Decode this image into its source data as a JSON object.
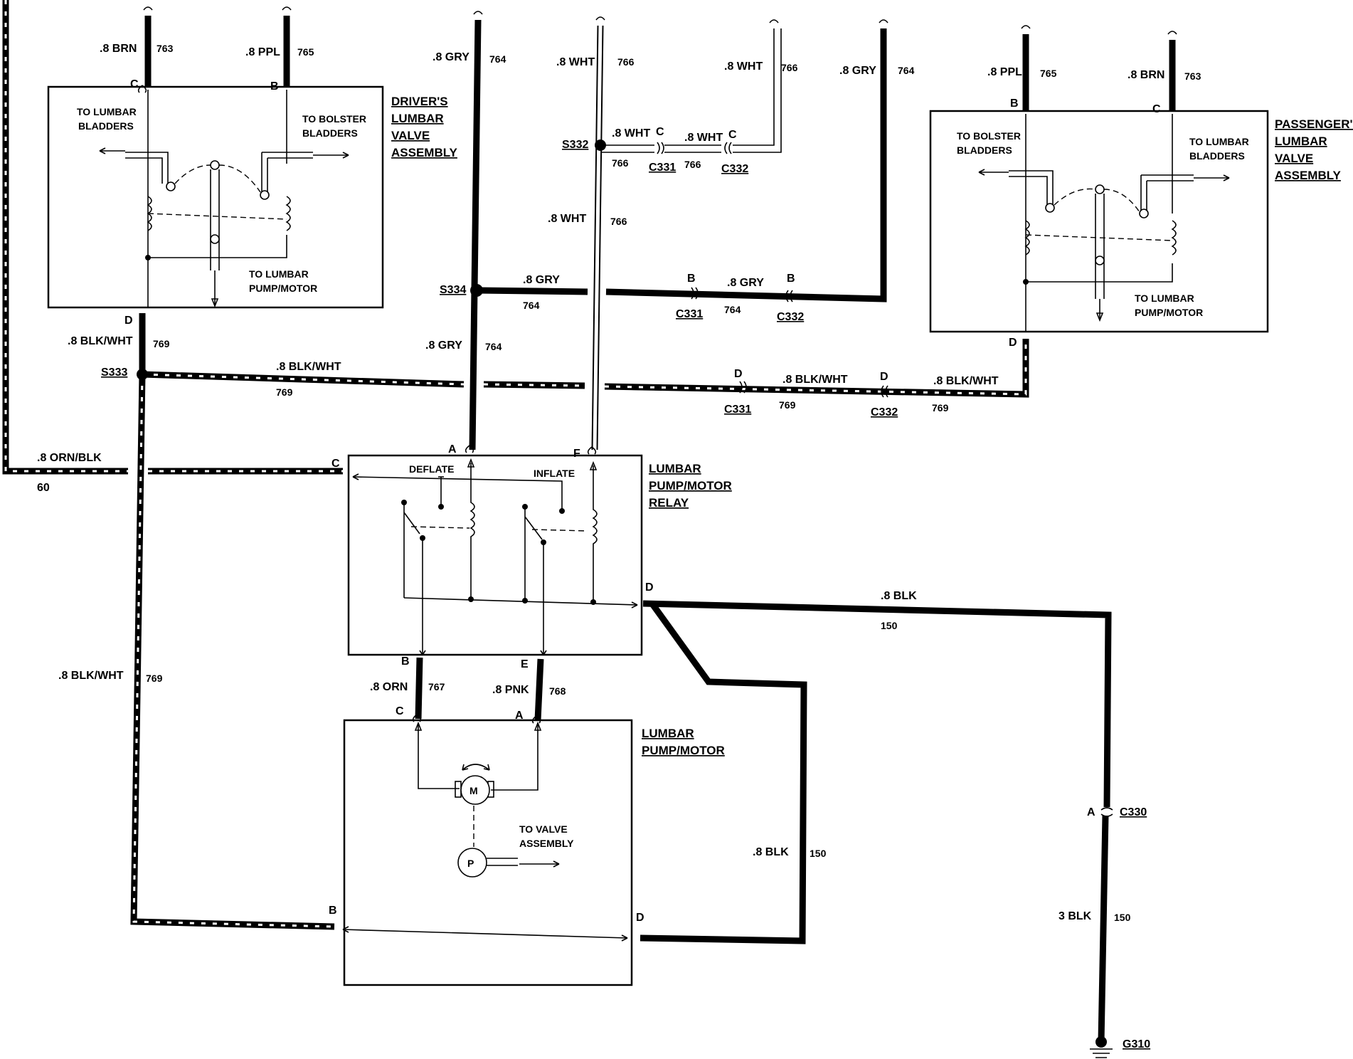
{
  "components": {
    "driver_valve": {
      "title_lines": [
        "DRIVER'S",
        "LUMBAR",
        "VALVE",
        "ASSEMBLY"
      ],
      "to_lumbar": [
        "TO LUMBAR",
        "BLADDERS"
      ],
      "to_bolster": [
        "TO BOLSTER",
        "BLADDERS"
      ],
      "to_pump": [
        "TO LUMBAR",
        "PUMP/MOTOR"
      ],
      "pins": {
        "c": "C",
        "b": "B",
        "d": "D"
      }
    },
    "passenger_valve": {
      "title_lines": [
        "PASSENGER'S",
        "LUMBAR",
        "VALVE",
        "ASSEMBLY"
      ],
      "to_bolster": [
        "TO BOLSTER",
        "BLADDERS"
      ],
      "to_lumbar": [
        "TO LUMBAR",
        "BLADDERS"
      ],
      "to_pump": [
        "TO LUMBAR",
        "PUMP/MOTOR"
      ],
      "pins": {
        "b": "B",
        "c": "C",
        "d": "D"
      }
    },
    "relay": {
      "title_lines": [
        "LUMBAR",
        "PUMP/MOTOR",
        "RELAY"
      ],
      "deflate": "DEFLATE",
      "inflate": "INFLATE",
      "pins": {
        "a": "A",
        "f": "F",
        "c": "C",
        "d": "D",
        "b": "B",
        "e": "E"
      }
    },
    "pump_motor": {
      "title_lines": [
        "LUMBAR",
        "PUMP/MOTOR"
      ],
      "motor": "M",
      "pump": "P",
      "to_valve": [
        "TO VALVE",
        "ASSEMBLY"
      ],
      "pins": {
        "c": "C",
        "a": "A",
        "b": "B",
        "d": "D"
      }
    }
  },
  "wires": {
    "brn_763": {
      "gauge_color": ".8 BRN",
      "circuit": "763"
    },
    "ppl_765": {
      "gauge_color": ".8 PPL",
      "circuit": "765"
    },
    "gry_764": {
      "gauge_color": ".8 GRY",
      "circuit": "764"
    },
    "wht_766": {
      "gauge_color": ".8 WHT",
      "circuit": "766"
    },
    "blkwht_769": {
      "gauge_color": ".8 BLK/WHT",
      "circuit": "769"
    },
    "orn_blk_60": {
      "gauge_color": ".8 ORN/BLK",
      "circuit": "60"
    },
    "orn_767": {
      "gauge_color": ".8 ORN",
      "circuit": "767"
    },
    "pnk_768": {
      "gauge_color": ".8 PNK",
      "circuit": "768"
    },
    "blk_150": {
      "gauge_color": ".8 BLK",
      "circuit": "150"
    },
    "blk3_150": {
      "gauge_color": "3 BLK",
      "circuit": "150"
    }
  },
  "splices": {
    "s332": "S332",
    "s334": "S334",
    "s333": "S333"
  },
  "connectors": {
    "c331": "C331",
    "c332": "C332",
    "c330": "C330",
    "g310": "G310"
  },
  "connector_pins": {
    "b": "B",
    "c": "C",
    "d": "D",
    "a": "A"
  }
}
